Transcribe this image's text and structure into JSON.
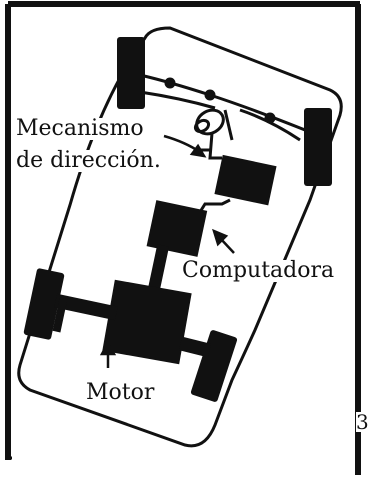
{
  "labels": {
    "steering": [
      "Mecanismo",
      "de dirección."
    ],
    "computer": "Computadora",
    "engine": "Motor",
    "page_mark": "3"
  },
  "colors": {
    "ink": "#111111",
    "paper": "#ffffff"
  }
}
